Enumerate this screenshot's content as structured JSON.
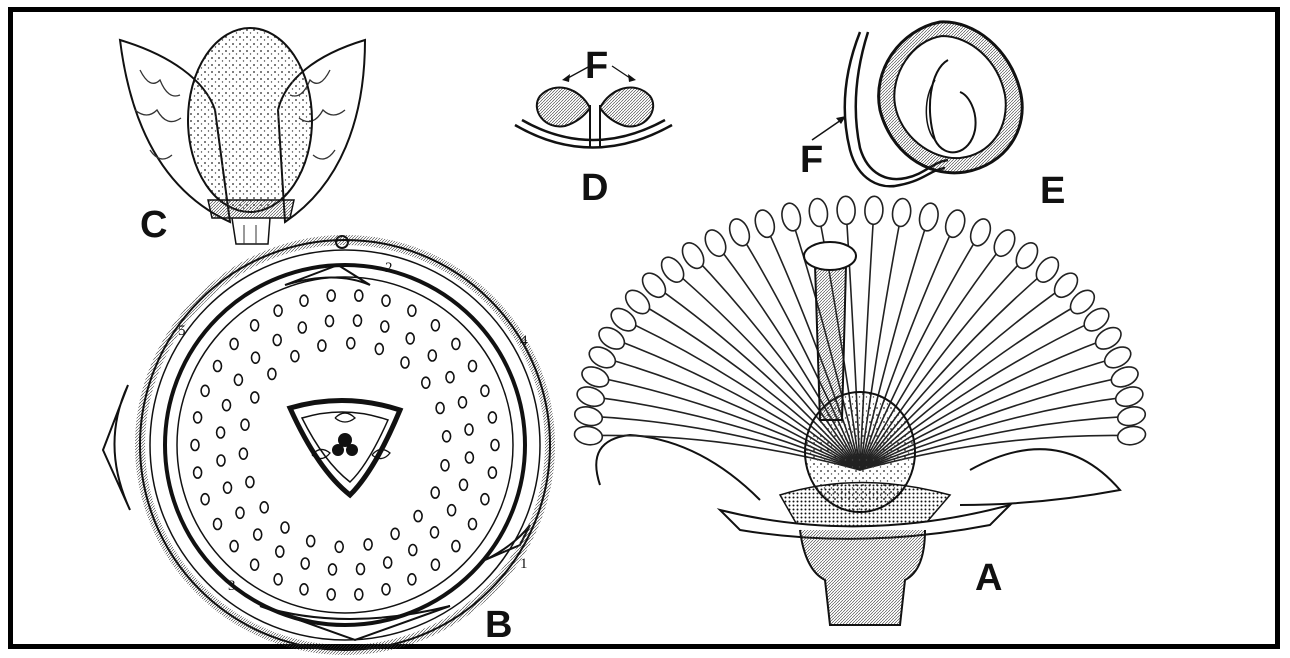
{
  "figure": {
    "panels": {
      "A": {
        "label": "A"
      },
      "B": {
        "label": "B",
        "numbers": [
          "1",
          "2",
          "3",
          "4",
          "5"
        ]
      },
      "C": {
        "label": "C"
      },
      "D": {
        "label": "D",
        "marker": "F"
      },
      "E": {
        "label": "E",
        "marker": "F"
      }
    }
  }
}
